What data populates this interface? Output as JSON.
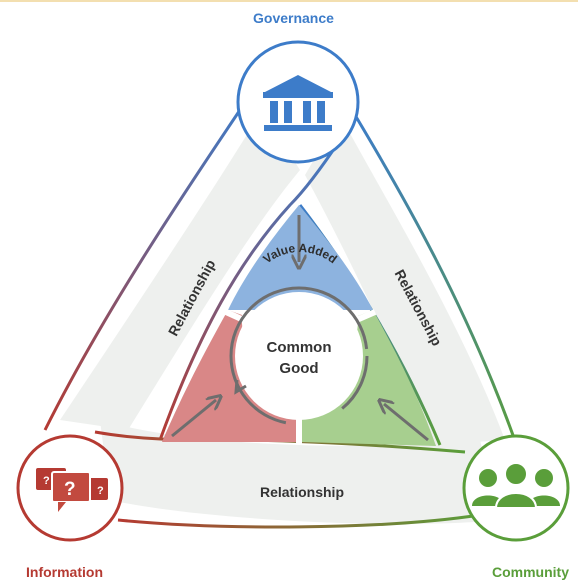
{
  "nodes": {
    "governance": {
      "label": "Governance",
      "color": "#3d7cc9",
      "icon": "bank-icon"
    },
    "information": {
      "label": "Information",
      "color": "#b53a32",
      "icon": "question-chat-icon"
    },
    "community": {
      "label": "Community",
      "color": "#5a9e3a",
      "icon": "people-group-icon"
    }
  },
  "edges": {
    "left": "Relationship",
    "right": "Relationship",
    "bottom": "Relationship"
  },
  "center": {
    "line1": "Common",
    "line2": "Good",
    "value_added": "Value Added"
  },
  "colors": {
    "blue_fill": "#8db3df",
    "red_fill": "#d98787",
    "green_fill": "#a7cf8f",
    "band_fill": "#eef0ee",
    "arrow": "#6e6e6e"
  }
}
